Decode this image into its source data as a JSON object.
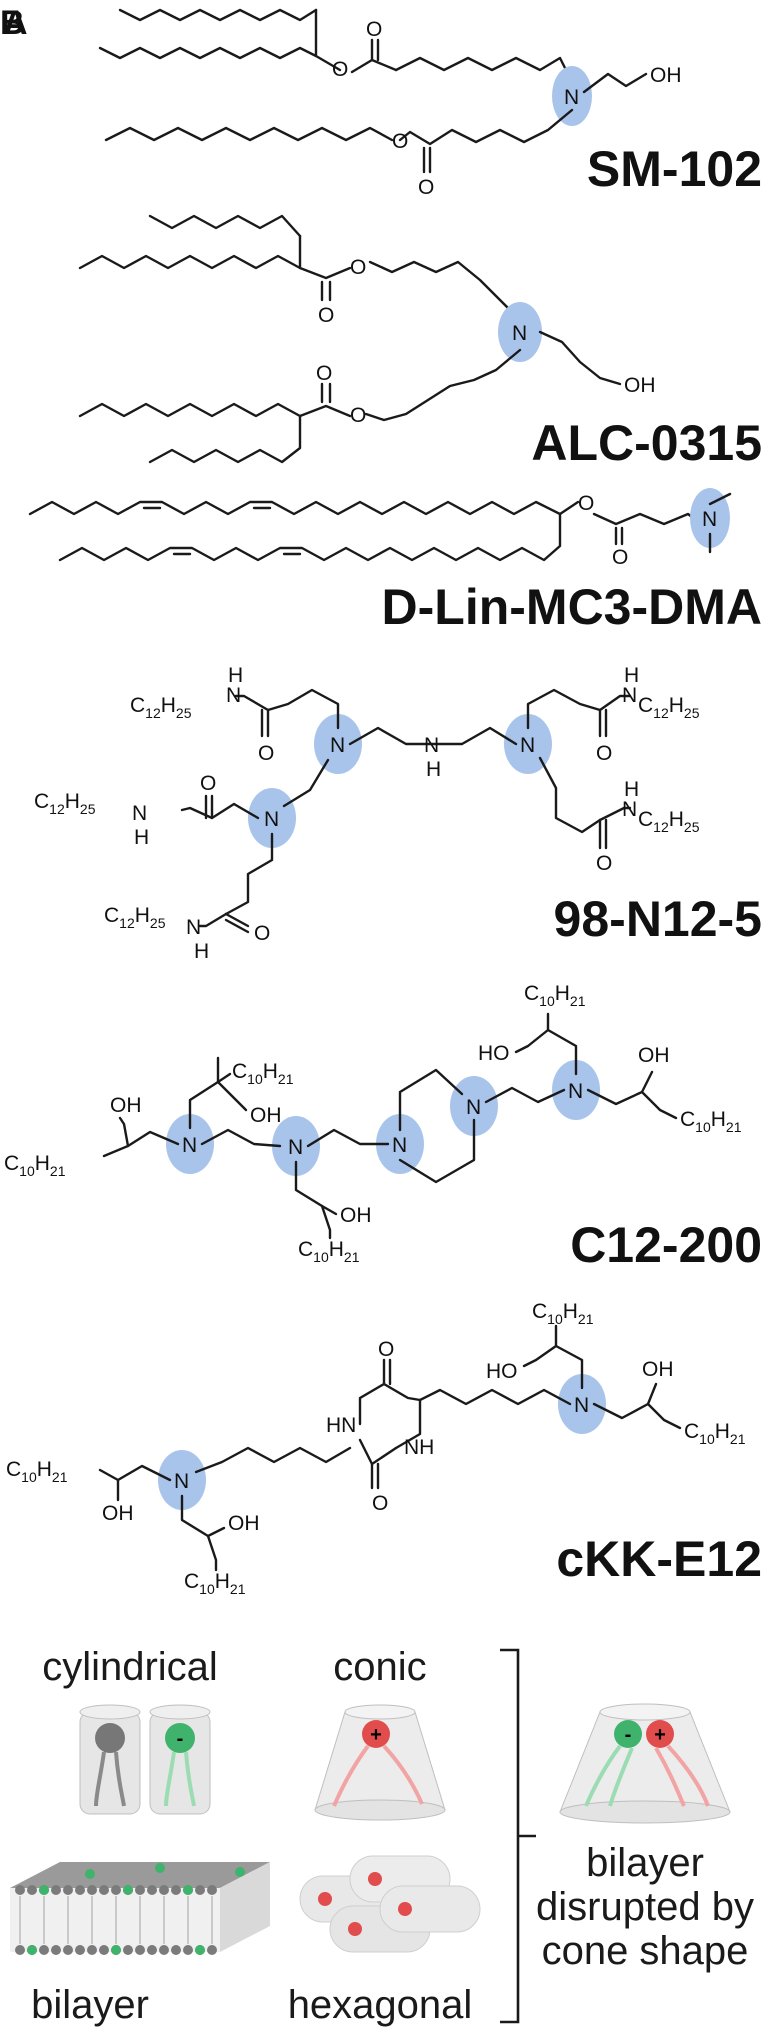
{
  "panel_labels": [
    "B",
    "A"
  ],
  "atoms": {
    "N": "N",
    "NH": "H",
    "O": "O",
    "OH": "OH",
    "HO": "HO",
    "HN": "HN",
    "NH_right": "NH",
    "C12": "C",
    "C12_sub": "12",
    "H25": "H",
    "H25_sub": "25",
    "C10": "C",
    "C10_sub": "10",
    "H21": "H",
    "H21_sub": "21"
  },
  "molecules": [
    {
      "name": "SM-102"
    },
    {
      "name": "ALC-0315"
    },
    {
      "name": "D-Lin-MC3-DMA"
    },
    {
      "name": "98-N12-5"
    },
    {
      "name": "C12-200"
    },
    {
      "name": "cKK-E12"
    }
  ],
  "shapes": {
    "cylindrical": "cylindrical",
    "conic": "conic",
    "bilayer": "bilayer",
    "hexagonal": "hexagonal",
    "disrupted": [
      "bilayer",
      "disrupted by",
      "cone shape"
    ],
    "minus": "-",
    "plus": "+"
  },
  "colors": {
    "nitrogen_highlight": "#a9c4ea",
    "anionic_head": "#3fb36b",
    "cationic_head": "#e14c4c",
    "neutral_head": "#777777"
  }
}
